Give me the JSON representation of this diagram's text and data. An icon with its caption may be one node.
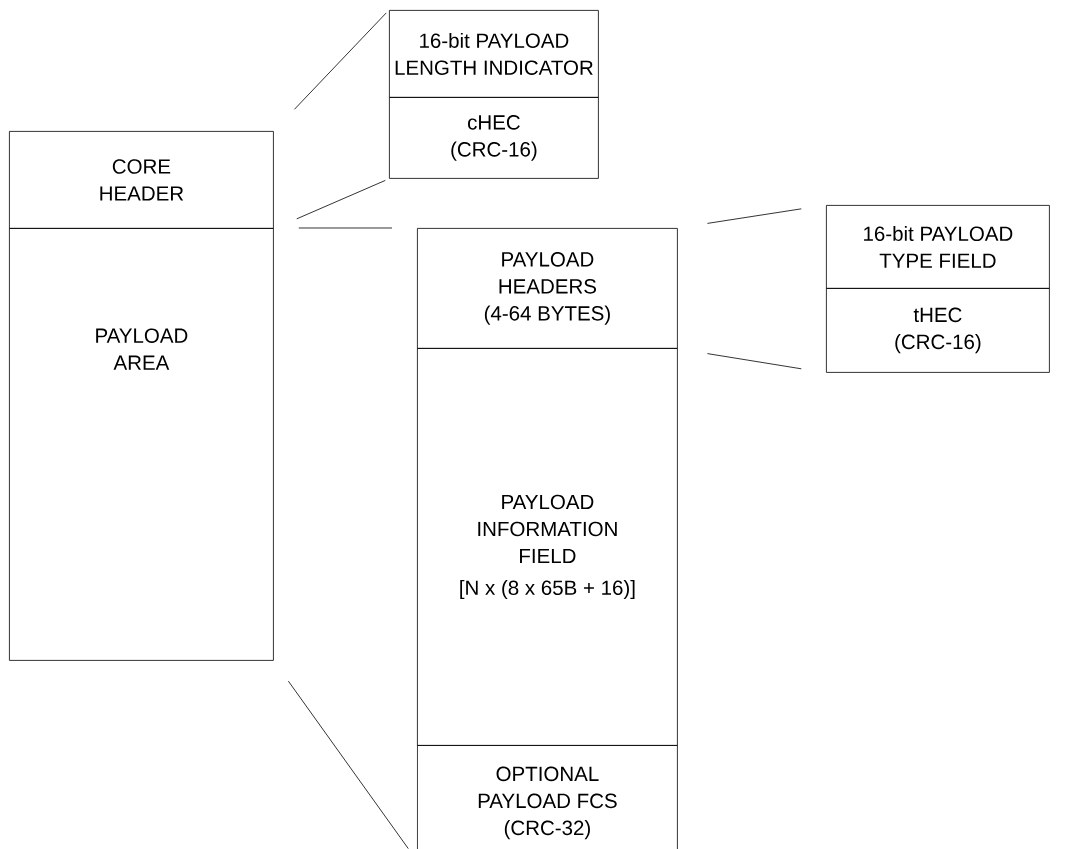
{
  "diagram": {
    "nodes": [
      {
        "text": [
          "CORE HEADER"
        ]
      },
      {
        "text": [
          "PAYLOAD AREA"
        ]
      },
      {
        "text": [
          "16-bit PAYLOAD LENGTH INDICATOR"
        ]
      },
      {
        "text": [
          "cHEC (CRC-16)"
        ]
      },
      {
        "text": [
          "PAYLOAD HEADERS (4-64 BYTES)"
        ]
      },
      {
        "text": [
          "PAYLOAD INFORMATION FIELD",
          "[N x (8 x 65B + 16)]"
        ]
      },
      {
        "text": [
          "OPTIONAL PAYLOAD FCS (CRC-32)"
        ]
      },
      {
        "text": [
          "16-bit PAYLOAD TYPE FIELD"
        ]
      },
      {
        "text": [
          "tHEC (CRC-16)"
        ]
      }
    ],
    "edges": [
      {
        "from": 0,
        "to": 2,
        "arrow": "none"
      },
      {
        "from": 0,
        "to": 3,
        "arrow": "none"
      },
      {
        "from": 1,
        "to": 4,
        "arrow": "none"
      },
      {
        "from": 1,
        "to": 6,
        "arrow": "none"
      },
      {
        "from": 4,
        "to": 7,
        "arrow": "none"
      },
      {
        "from": 4,
        "to": 8,
        "arrow": "none"
      }
    ]
  }
}
